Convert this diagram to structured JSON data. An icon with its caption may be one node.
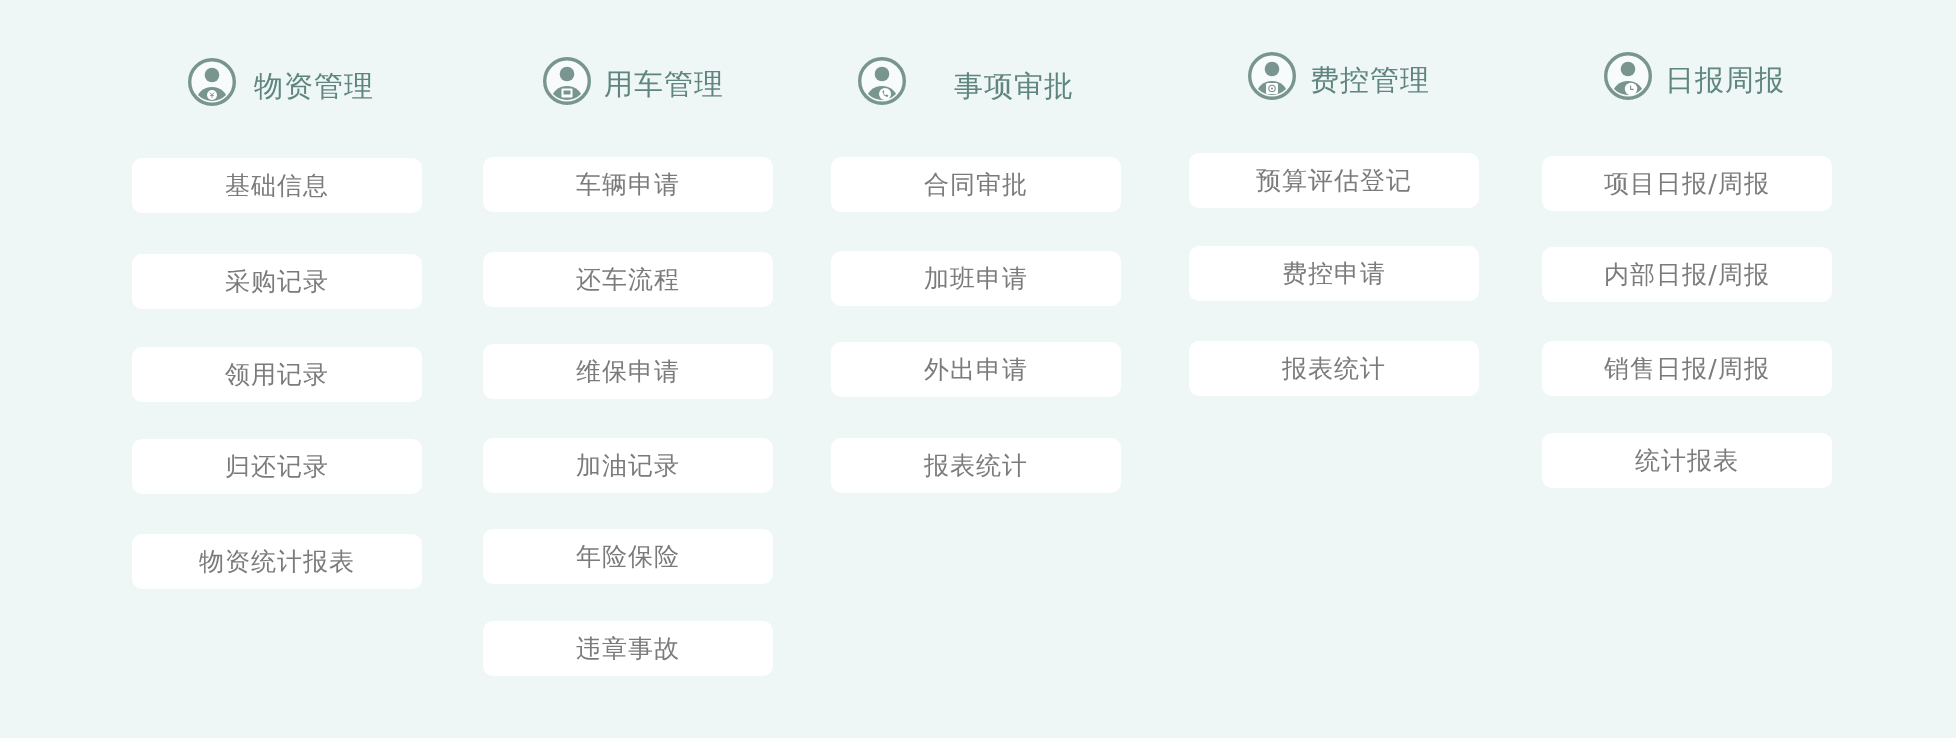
{
  "diagram": {
    "nodes": [
      {
        "text": [
          "基础信息"
        ]
      },
      {
        "text": [
          "采购记录"
        ]
      },
      {
        "text": [
          "领用记录"
        ]
      },
      {
        "text": [
          "归还记录"
        ]
      },
      {
        "text": [
          "物资统计报表"
        ]
      },
      {
        "text": [
          "车辆申请"
        ]
      },
      {
        "text": [
          "还车流程"
        ]
      },
      {
        "text": [
          "维保申请"
        ]
      },
      {
        "text": [
          "加油记录"
        ]
      },
      {
        "text": [
          "年险保险"
        ]
      },
      {
        "text": [
          "违章事故"
        ]
      },
      {
        "text": [
          "合同审批"
        ]
      },
      {
        "text": [
          "加班申请"
        ]
      },
      {
        "text": [
          "外出申请"
        ]
      },
      {
        "text": [
          "报表统计"
        ]
      },
      {
        "text": [
          "预算评估登记"
        ]
      },
      {
        "text": [
          "费控申请"
        ]
      },
      {
        "text": [
          "报表统计"
        ]
      },
      {
        "text": [
          "项目日报/周报"
        ]
      },
      {
        "text": [
          "内部日报/周报"
        ]
      },
      {
        "text": [
          "销售日报/周报"
        ]
      },
      {
        "text": [
          "统计报表"
        ]
      }
    ],
    "labels": [
      "物资管理",
      "用车管理",
      "事项审批",
      "费控管理",
      "日报周报"
    ]
  }
}
